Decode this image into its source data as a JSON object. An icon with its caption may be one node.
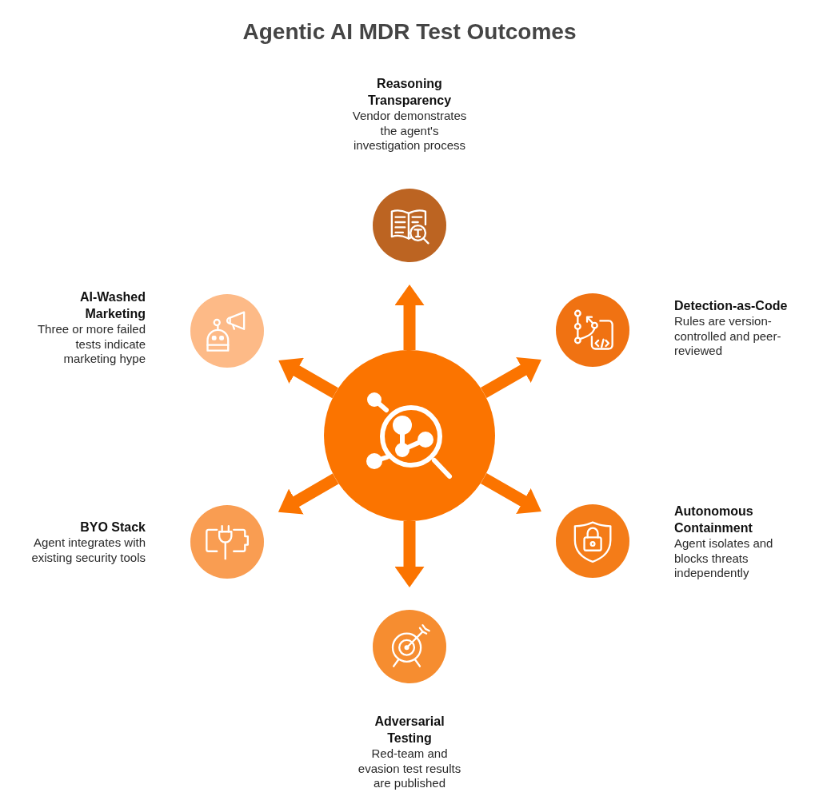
{
  "diagram": {
    "title": "Agentic AI MDR Test Outcomes",
    "nodes": [
      {
        "text": [
          "Reasoning Transparency",
          "Vendor demonstrates the agent's investigation process"
        ]
      },
      {
        "text": [
          "AI-Washed Marketing",
          "Three or more failed tests indicate marketing hype"
        ]
      },
      {
        "text": [
          "Detection-as-Code",
          "Rules are version-controlled and peer-reviewed"
        ]
      },
      {
        "text": [],
        "shape": "circle"
      },
      {
        "text": [
          "Autonomous Containment",
          "Agent isolates and blocks threats independently"
        ]
      },
      {
        "text": [
          "BYO Stack",
          "Agent integrates with existing security tools"
        ]
      },
      {
        "text": [
          "Adversarial Testing",
          "Red-team and evasion test results are published"
        ]
      }
    ],
    "edges": [
      {
        "from": 3,
        "to": 0,
        "arrow": "to"
      },
      {
        "from": 3,
        "to": 2,
        "arrow": "to"
      },
      {
        "from": 3,
        "to": 4,
        "arrow": "to"
      },
      {
        "from": 3,
        "to": 6,
        "arrow": "to"
      },
      {
        "from": 3,
        "to": 5,
        "arrow": "to"
      },
      {
        "from": 3,
        "to": 1,
        "arrow": "to"
      }
    ]
  }
}
